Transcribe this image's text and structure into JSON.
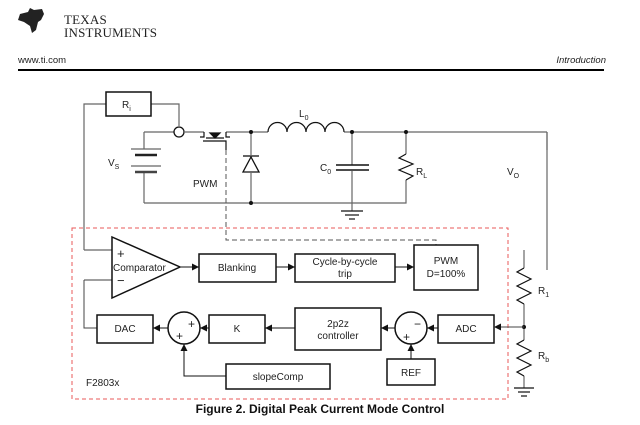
{
  "header": {
    "company_line1": "Texas",
    "company_line2": "Instruments",
    "url": "www.ti.com",
    "section": "Introduction"
  },
  "figure": {
    "caption": "Figure 2. Digital Peak Current Mode Control",
    "chip_label": "F2803x",
    "power_stage": {
      "sense_resistor": {
        "main": "R",
        "sub": "i"
      },
      "source": {
        "main": "V",
        "sub": "S"
      },
      "gate_signal": "PWM",
      "inductor": {
        "main": "L",
        "sub": "0"
      },
      "capacitor": {
        "main": "C",
        "sub": "0"
      },
      "load": {
        "main": "R",
        "sub": "L"
      },
      "output": {
        "main": "V",
        "sub": "O"
      },
      "divider_top": {
        "main": "R",
        "sub": "1"
      },
      "divider_bottom": {
        "main": "R",
        "sub": "b"
      }
    },
    "blocks": {
      "comparator": "Comparator",
      "comparator_plus": "+",
      "comparator_minus": "−",
      "blanking": "Blanking",
      "cycle_trip_line1": "Cycle-by-cycle",
      "cycle_trip_line2": "trip",
      "pwm_line1": "PWM",
      "pwm_line2": "D=100%",
      "dac": "DAC",
      "k": "K",
      "controller_line1": "2p2z",
      "controller_line2": "controller",
      "adc": "ADC",
      "ref": "REF",
      "slope_comp": "slopeComp",
      "sum1_top": "+",
      "sum1_bottom": "+",
      "sum2_top": "−",
      "sum2_bottom": "+"
    },
    "colors": {
      "chip_border": "#e8595a",
      "wire": "#666666",
      "block": "#111111"
    }
  }
}
